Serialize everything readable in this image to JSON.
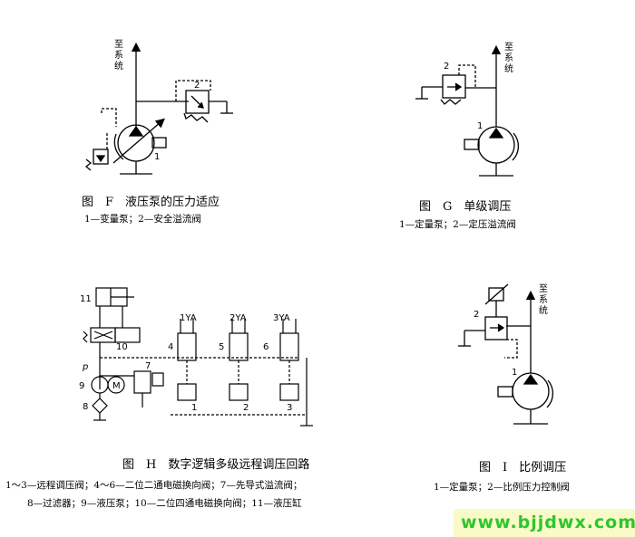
{
  "diagrams": {
    "F": {
      "caption": "图　F　液压泵的压力适应",
      "legend": "1—变量泵；2—安全溢流阀",
      "to_system": "至系统",
      "labels": [
        "1",
        "2"
      ]
    },
    "G": {
      "caption": "图　G　单级调压",
      "legend": "1—定量泵；2—定压溢流阀",
      "to_system": "至系统",
      "labels": [
        "1",
        "2"
      ]
    },
    "H": {
      "caption": "图　H　数字逻辑多级远程调压回路",
      "legend_line1": "1～3—远程调压阀；4～6—二位二通电磁换向阀；7—先导式溢流阀；",
      "legend_line2": "8—过滤器；9—液压泵；10—二位四通电磁换向阀；11—液压缸",
      "solenoids": [
        "1YA",
        "2YA",
        "3YA"
      ],
      "numbers": [
        "1",
        "2",
        "3",
        "4",
        "5",
        "6",
        "7",
        "8",
        "9",
        "10",
        "11"
      ],
      "p_label": "p",
      "motor": "M"
    },
    "I": {
      "caption": "图　I　比例调压",
      "legend": "1—定量泵；2—比例压力控制阀",
      "to_system": "至系统",
      "labels": [
        "1",
        "2"
      ]
    }
  },
  "watermark": "www.bjjdwx.com"
}
